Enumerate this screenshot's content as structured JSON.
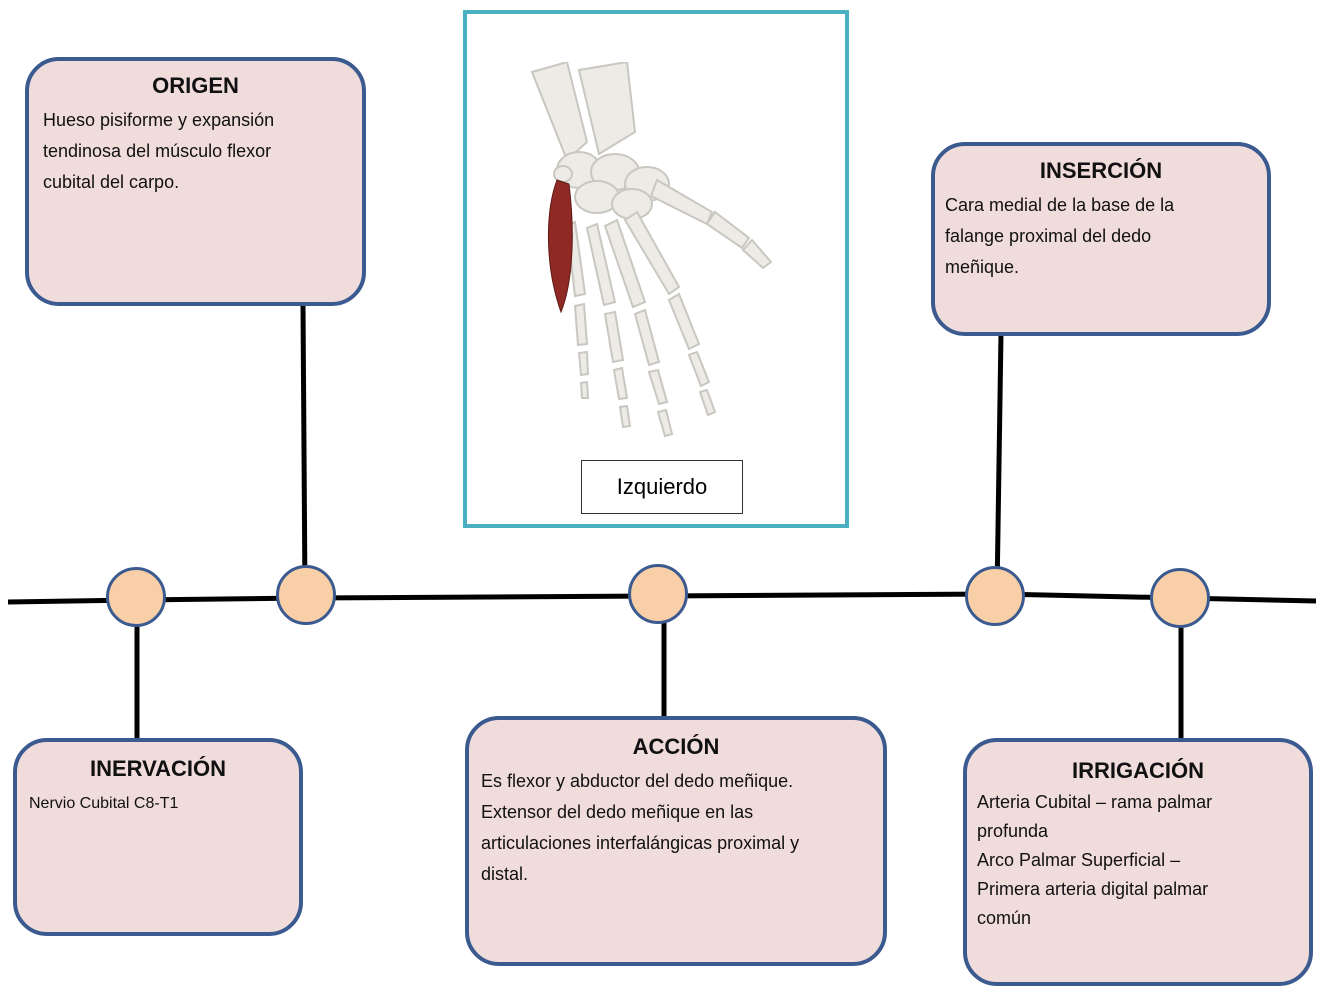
{
  "image_caption": "Izquierdo",
  "cards": {
    "origen": {
      "title": "ORIGEN",
      "lines": [
        "Hueso pisiforme y expansión",
        "tendinosa del músculo flexor",
        "cubital del carpo."
      ]
    },
    "insercion": {
      "title": "INSERCIÓN",
      "lines": [
        "Cara medial de la base de la",
        "falange proximal del dedo",
        "meñique."
      ]
    },
    "inervacion": {
      "title": "INERVACIÓN",
      "lines": [
        "Nervio Cubital C8-T1"
      ]
    },
    "accion": {
      "title": "ACCIÓN",
      "lines": [
        "Es flexor y abductor del dedo meñique.",
        "Extensor del dedo meñique en las",
        "articulaciones interfalángicas proximal y",
        "distal."
      ]
    },
    "irrigacion": {
      "title": "IRRIGACIÓN",
      "lines": [
        "Arteria Cubital – rama palmar",
        "profunda",
        "Arco Palmar Superficial –",
        "Primera arteria digital palmar",
        "común"
      ]
    }
  },
  "colors": {
    "card_fill": "#f1dcdc",
    "card_border": "#3b5a8f",
    "node_fill": "#f9cfa7",
    "frame_border": "#4ab0c1",
    "muscle": "#8e2a23"
  }
}
